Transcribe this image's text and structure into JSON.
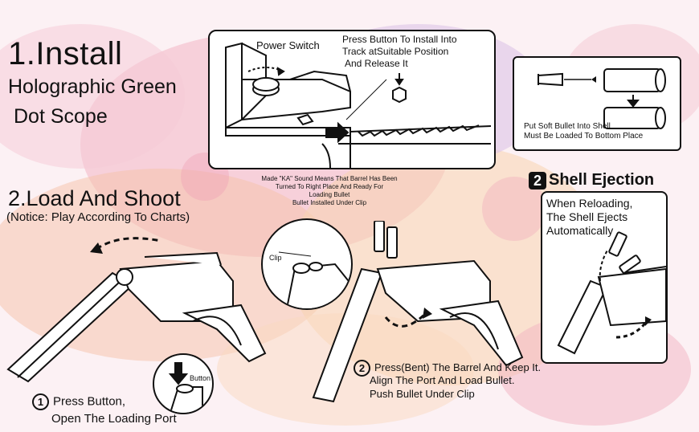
{
  "install": {
    "title": "1.Install",
    "subtitle_line1": "Holographic Green",
    "subtitle_line2": "Dot Scope"
  },
  "scope_panel": {
    "power_switch_label": "Power Switch",
    "instruction_line1": "Press Button To Install Into",
    "instruction_line2": "Track atSuitable Position",
    "instruction_line3": "And Release It"
  },
  "shell_panel": {
    "line1": "Put Soft Bullet Into Shell",
    "line2": "Must Be Loaded To Bottom Place"
  },
  "load": {
    "title": "2.Load And Shoot",
    "notice": "(Notice: Play According To Charts)"
  },
  "ka_note": {
    "line1": "Made \"KA\" Sound Means That Barrel Has Been",
    "line2": "Turned To Right Place And Ready For",
    "line3": "Loading Bullet",
    "line4": "Bullet Installed Under Clip"
  },
  "clip_label": "Clip",
  "button_label": "Button",
  "step1": {
    "number": "1",
    "line1": "Press Button,",
    "line2": "Open The Loading Port"
  },
  "step2": {
    "number": "2",
    "line1": "Press(Bent) The Barrel And Keep It.",
    "line2": "Align The Port And Load Bullet.",
    "line3": "Push Bullet Under Clip"
  },
  "ejection": {
    "number": "2",
    "title": "Shell Ejection",
    "line1": "When Reloading,",
    "line2": "The Shell Ejects",
    "line3": "Automatically"
  },
  "colors": {
    "ink": "#111111",
    "splash_pink": "#f3b6c6",
    "splash_orange": "#f7c9a3",
    "splash_purple": "#d9c3e6"
  }
}
